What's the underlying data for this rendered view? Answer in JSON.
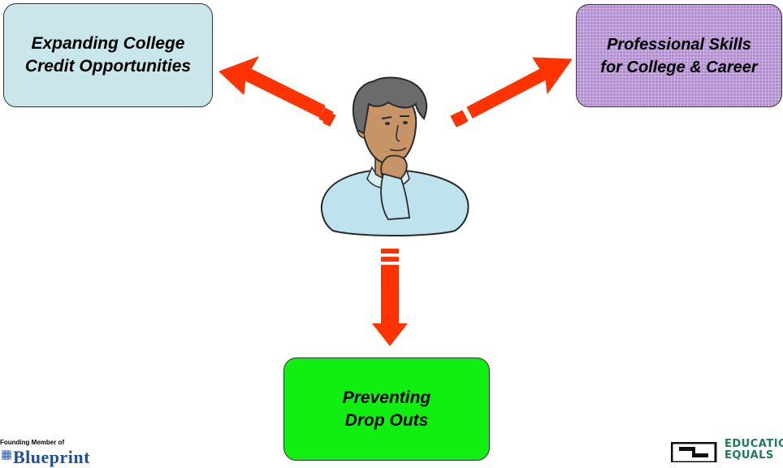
{
  "nodes": {
    "left": {
      "lines": [
        "Expanding College",
        "Credit Opportunities"
      ]
    },
    "right": {
      "lines": [
        "Professional Skills",
        "for College & Career"
      ]
    },
    "bottom": {
      "lines": [
        "Preventing",
        "Drop Outs"
      ]
    }
  },
  "colors": {
    "left_box": "#c9e7ea",
    "right_box": "#b58bd8",
    "bottom_box": "#11ee11",
    "arrow": "#ff3300",
    "skin": "#c79468",
    "hair": "#6b6b6b",
    "shirt": "#bfe3ee"
  },
  "edges": [
    {
      "from": "person",
      "to": "left"
    },
    {
      "from": "person",
      "to": "right"
    },
    {
      "from": "person",
      "to": "bottom"
    }
  ],
  "logos": {
    "left": {
      "caption": "Founding Member of",
      "name": "Blueprint"
    },
    "right": {
      "lines": [
        "EDUCATION",
        "EQUALS"
      ]
    }
  }
}
